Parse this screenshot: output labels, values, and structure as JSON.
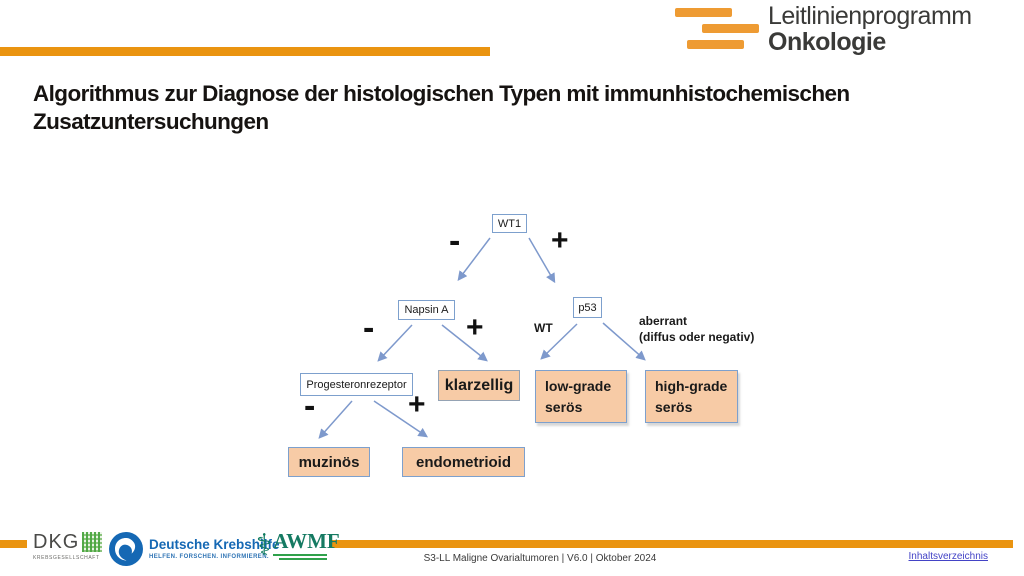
{
  "header": {
    "logo": {
      "line1": "Leitlinienprogramm",
      "line2": "Onkologie"
    },
    "title": "Algorithmus zur Diagnose der histologischen Typen mit immunhistochemischen Zusatzuntersuchungen"
  },
  "flowchart": {
    "nodes": {
      "wt1": "WT1",
      "napsin_a": "Napsin A",
      "p53": "p53",
      "progesteronrezeptor": "Progesteronrezeptor",
      "klarzellig": "klarzellig",
      "low_grade": "low-grade\nserös",
      "high_grade": "high-grade\nserös",
      "muzinoes": "muzinös",
      "endometrioid": "endometrioid"
    },
    "edge_labels": {
      "wt1_neg": "-",
      "wt1_pos": "+",
      "napsin_neg": "-",
      "napsin_pos": "+",
      "p53_wt": "WT",
      "p53_aberrant": "aberrant\n(diffus  oder negativ)",
      "prog_neg": "-",
      "prog_pos": "+"
    }
  },
  "footer": {
    "dkg": {
      "name": "DKG",
      "subtitle": "KREBSGESELLSCHAFT"
    },
    "krebshilfe": {
      "name": "Deutsche Krebshilfe",
      "tagline": "HELFEN. FORSCHEN. INFORMIEREN."
    },
    "awmf": {
      "name": "AWMF"
    },
    "doc_info": "S3-LL Maligne Ovarialtumoren | V6.0 | Oktober 2024",
    "toc_link": "Inhaltsverzeichnis"
  },
  "colors": {
    "accent_orange": "#EA9410",
    "logo_orange": "#EE9B33",
    "arrow_blue": "#7E99CC",
    "node_border_blue": "#7DA0CD",
    "node_fill_peach": "#F7CBA6",
    "krebshilfe_blue": "#1568B4",
    "awmf_green": "#157A62",
    "dkg_gray": "#4A4A48",
    "link_blue": "#4343C6"
  }
}
